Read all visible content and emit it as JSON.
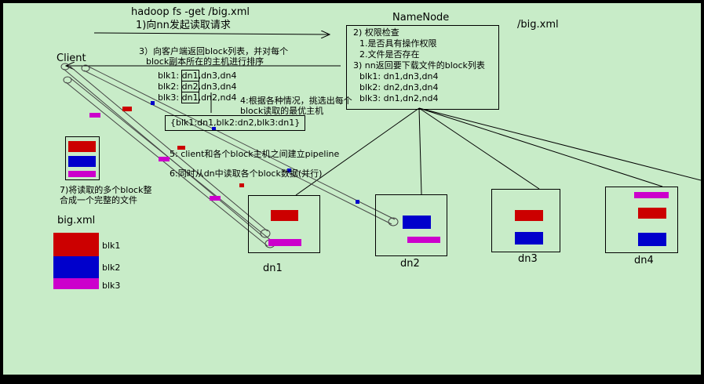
{
  "command": "hadoop fs -get /big.xml",
  "file_label": "/big.xml",
  "steps": {
    "s1": "1)向nn发起读取请求",
    "s3a": "3）向客户端返回block列表，并对每个",
    "s3b": "block副本所在的主机进行排序",
    "s4a": "4:根据各种情况，挑选出每个",
    "s4b": "block读取的最优主机",
    "s5": "5:  client和各个block主机之间建立pipeline",
    "s6": "6:同时从dn中读取各个block数据(并行)",
    "s7a": "7)将读取的多个block整",
    "s7b": "合成一个完整的文件"
  },
  "client_label": "Client",
  "namenode": {
    "title": "NameNode",
    "lines": [
      "2)  权限检查",
      "1.是否具有操作权限",
      "2.文件是否存在",
      "3)  nn返回要下载文件的block列表",
      "blk1: dn1,dn3,dn4",
      "blk2: dn2,dn3,dn4",
      "blk3: dn1,dn2,nd4"
    ]
  },
  "client_list": {
    "b1_dn": "dn1",
    "b1_rest": ",dn3,dn4",
    "b2_dn": "dn2",
    "b2_rest": ",dn3,dn4",
    "b3_dn": "dn1",
    "b3_rest": ",dn2,nd4",
    "b1_prefix": "blk1: ",
    "b2_prefix": "blk2: ",
    "b3_prefix": "blk3: "
  },
  "selected": "{blk1:dn1,blk2:dn2,blk3:dn1}",
  "datanodes": [
    "dn1",
    "dn2",
    "dn3",
    "dn4"
  ],
  "bigxml": {
    "title": "big.xml",
    "blocks": [
      "blk1",
      "blk2",
      "blk3"
    ]
  },
  "colors": {
    "blk1": "#cc0000",
    "blk2": "#0000cc",
    "blk3": "#cc00cc",
    "background": "#c8ecc8"
  }
}
